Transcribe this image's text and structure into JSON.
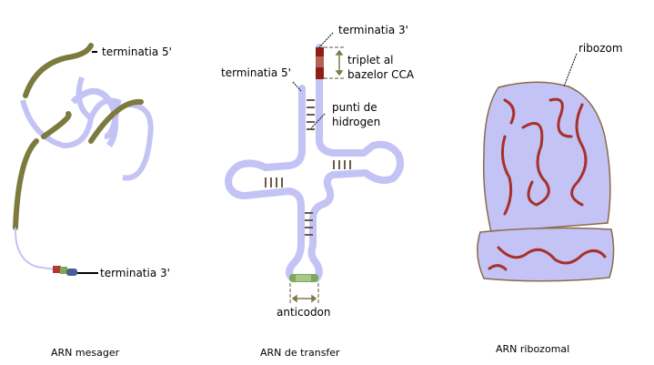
{
  "colors": {
    "rna": "#c3c3f5",
    "mrna_coding": "#7d7a3e",
    "bond": "#6b5a48",
    "cca": "#8e1f14",
    "anticodon": "#7fa85a",
    "ribosome_edge": "#8a6a4a",
    "rrna": "#a8302a"
  },
  "mrna": {
    "label_5": "terminatia 5'",
    "label_3": "terminatia 3'",
    "caption": "ARN mesager"
  },
  "trna": {
    "label_3": "terminatia 3'",
    "label_5": "terminatia 5'",
    "triplet_line1": "triplet al",
    "triplet_line2": "bazelor CCA",
    "hbond_line1": "punti de",
    "hbond_line2": "hidrogen",
    "anticodon": "anticodon",
    "caption": "ARN de transfer"
  },
  "rrna": {
    "label": "ribozom",
    "caption": "ARN ribozomal"
  }
}
